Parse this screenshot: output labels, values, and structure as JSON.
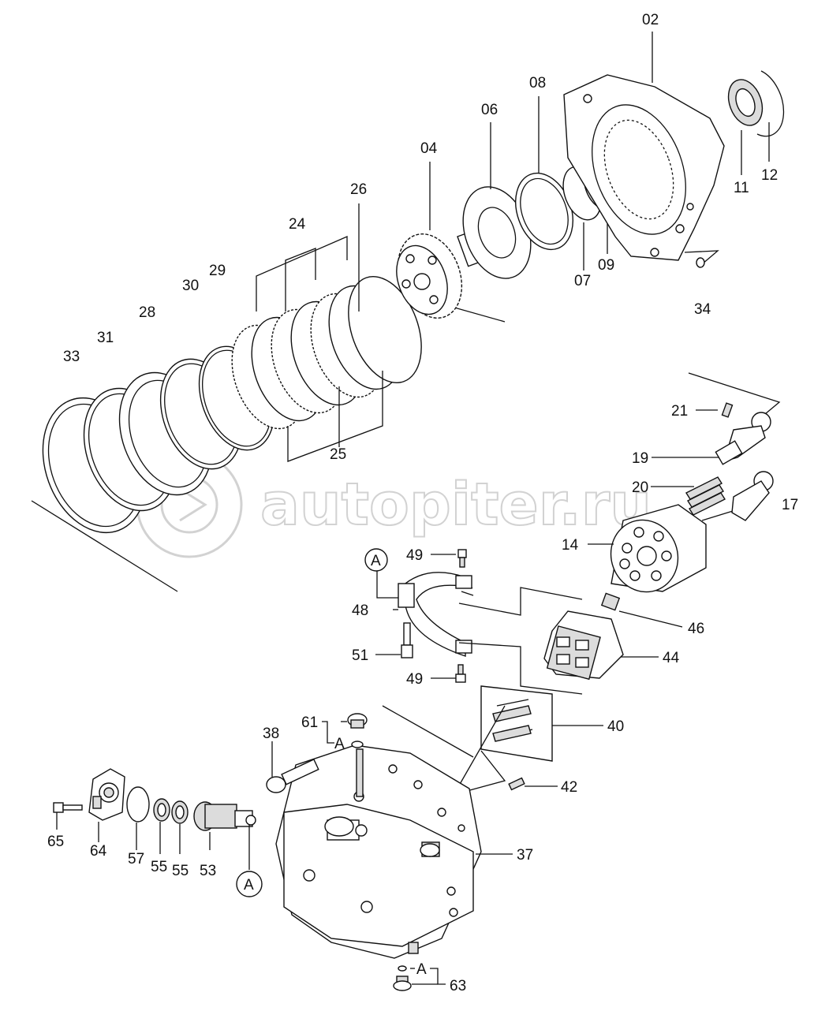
{
  "watermark": "autopiter.ru",
  "callout_marker": "A",
  "labels": {
    "p02": "02",
    "p04": "04",
    "p06": "06",
    "p07": "07",
    "p08": "08",
    "p09": "09",
    "p11": "11",
    "p12": "12",
    "p14": "14",
    "p17": "17",
    "p19": "19",
    "p20": "20",
    "p21": "21",
    "p24": "24",
    "p25": "25",
    "p26": "26",
    "p28": "28",
    "p29": "29",
    "p30": "30",
    "p31": "31",
    "p33": "33",
    "p34": "34",
    "p37": "37",
    "p38": "38",
    "p40": "40",
    "p42": "42",
    "p44": "44",
    "p46": "46",
    "p48": "48",
    "p49a": "49",
    "p49b": "49",
    "p51": "51",
    "p53": "53",
    "p55a": "55",
    "p55b": "55",
    "p57": "57",
    "p61": "61",
    "p63": "63",
    "p64": "64",
    "p65": "65"
  }
}
